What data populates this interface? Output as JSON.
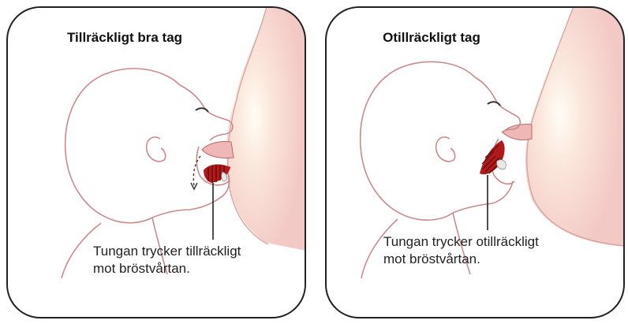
{
  "panels": [
    {
      "title": "Tillräckligt bra tag",
      "caption_line1": "Tungan trycker tillräckligt",
      "caption_line2": "mot bröstvårtan."
    },
    {
      "title": "Otillräckligt tag",
      "caption_line1": "Tungan trycker otillräckligt",
      "caption_line2": "mot bröstvårtan."
    }
  ],
  "colors": {
    "outline": "#222222",
    "skin_line": "#c98a8a",
    "breast": "#f6d7d4",
    "tongue": "#b01a1a"
  }
}
